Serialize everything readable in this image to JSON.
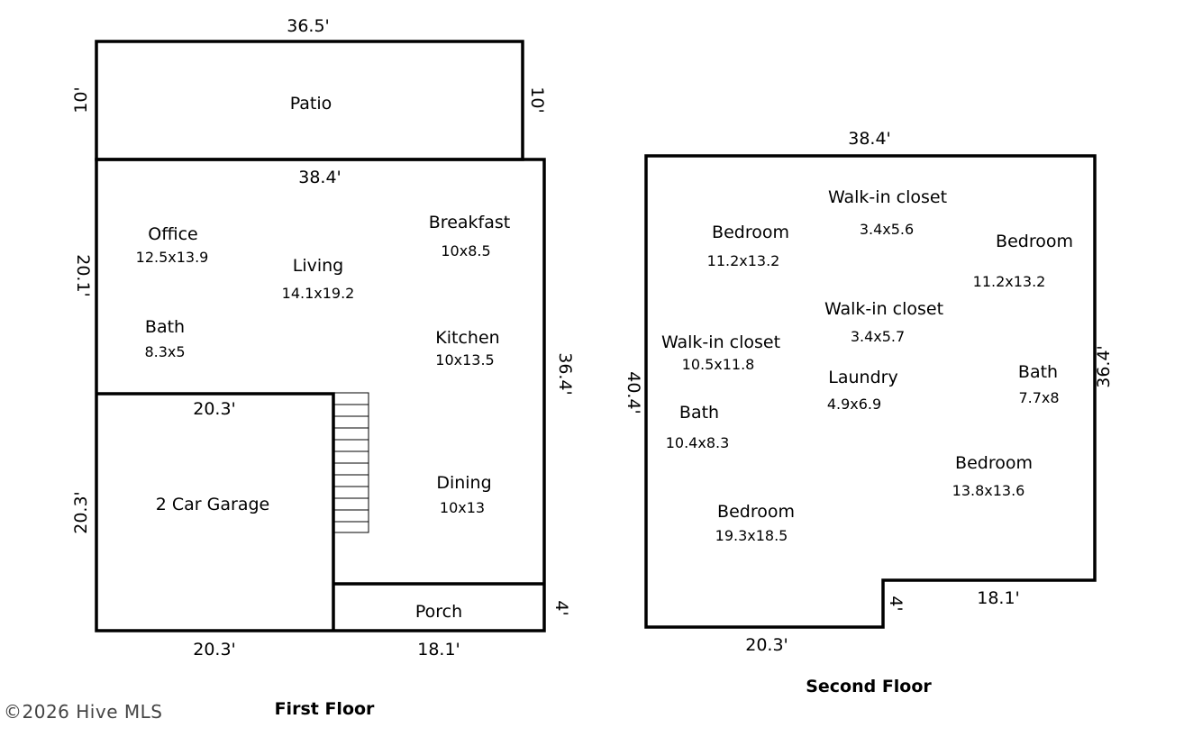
{
  "copyright": "©2026 Hive MLS",
  "first_floor": {
    "title": "First Floor",
    "dimensions": {
      "patio_top": "36.5'",
      "patio_left": "10'",
      "patio_right": "10'",
      "main_top": "38.4'",
      "main_left": "20.1'",
      "main_right": "36.4'",
      "garage_top": "20.3'",
      "garage_left": "20.3'",
      "garage_bottom": "20.3'",
      "porch_bottom": "18.1'",
      "porch_right": "4'"
    },
    "rooms": {
      "patio": "Patio",
      "office": "Office",
      "office_size": "12.5x13.9",
      "living": "Living",
      "living_size": "14.1x19.2",
      "breakfast": "Breakfast",
      "breakfast_size": "10x8.5",
      "bath": "Bath",
      "bath_size": "8.3x5",
      "kitchen": "Kitchen",
      "kitchen_size": "10x13.5",
      "garage": "2 Car Garage",
      "dining": "Dining",
      "dining_size": "10x13",
      "porch": "Porch"
    }
  },
  "second_floor": {
    "title": "Second Floor",
    "dimensions": {
      "top": "38.4'",
      "left": "40.4'",
      "right": "36.4'",
      "bottom_left": "20.3'",
      "bottom_right": "18.1'",
      "notch": "4'"
    },
    "rooms": {
      "wic1": "Walk-in closet",
      "wic1_size": "3.4x5.6",
      "bed1": "Bedroom",
      "bed1_size": "11.2x13.2",
      "bed2": "Bedroom",
      "bed2_size": "11.2x13.2",
      "wic2": "Walk-in closet",
      "wic2_size": "3.4x5.7",
      "wic3": "Walk-in closet",
      "wic3_size": "10.5x11.8",
      "laundry": "Laundry",
      "laundry_size": "4.9x6.9",
      "bath1": "Bath",
      "bath1_size": "7.7x8",
      "bath2": "Bath",
      "bath2_size": "10.4x8.3",
      "bed3": "Bedroom",
      "bed3_size": "13.8x13.6",
      "bed4": "Bedroom",
      "bed4_size": "19.3x18.5"
    }
  }
}
